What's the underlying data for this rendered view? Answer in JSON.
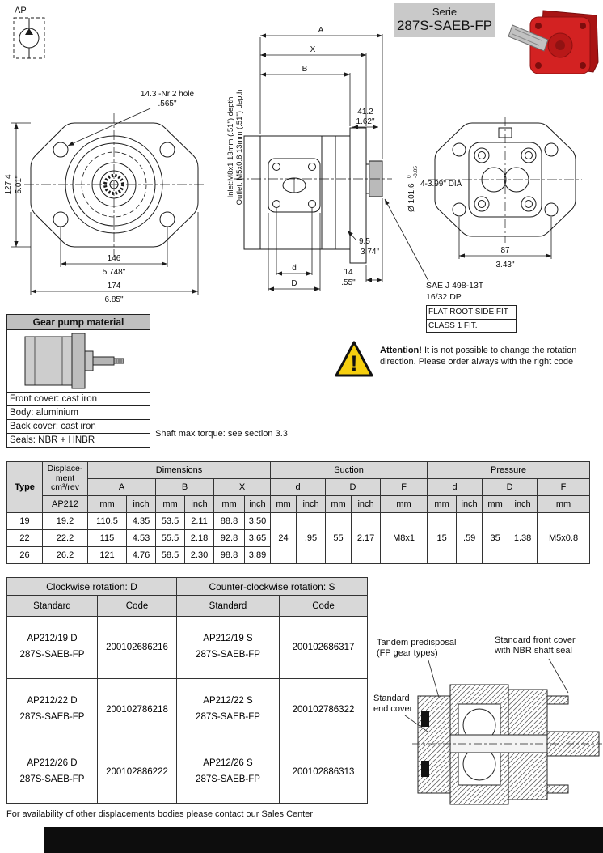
{
  "header": {
    "ap_label": "AP",
    "serie_label": "Serie",
    "serie_code": "287S-SAEB-FP"
  },
  "colors": {
    "pump_red": "#d32222",
    "header_gray": "#c9c9c9",
    "table_header_gray": "#d8d8d8",
    "warning_yellow": "#f6cf0f",
    "footer_bar": "#0d0d0d"
  },
  "front_view": {
    "hole_note_1": "14.3 -Nr 2 hole",
    "hole_note_2": ".565\"",
    "height_mm": "127.4",
    "height_in": "5.01\"",
    "bolt_span_mm": "146",
    "bolt_span_in": "5.748\"",
    "width_mm": "174",
    "width_in": "6.85\""
  },
  "side_view": {
    "dim_a": "A",
    "dim_x": "X",
    "dim_b": "B",
    "flange_mm": "41.2",
    "flange_in": "1.62\"",
    "inlet_label": "Inlet:M8x1  13mm  (.51\") depth",
    "outlet_label": "Outlet: M5x0.8 13mm  (.51\") depth",
    "port_depth_mm": "9.5",
    "port_depth_in": "3.74\"",
    "shaft_len_mm": "14",
    "shaft_len_in": ".55\"",
    "dim_d_small": "d",
    "dim_d_big": "D",
    "pilot_dia": "Ø 101.6",
    "pilot_tol_top": "0",
    "pilot_tol_bot": "-0.05",
    "pilot_dia_in": "4-3.99\" DIA"
  },
  "back_view": {
    "bolt_mm": "87",
    "bolt_in": "3.43\""
  },
  "spline_note": {
    "l1": "SAE J 498-13T",
    "l2": "16/32 DP",
    "l3": "FLAT ROOT SIDE FIT",
    "l4": "CLASS 1 FIT."
  },
  "material_box": {
    "title": "Gear pump material",
    "items": [
      "Front cover: cast iron",
      "Body: aluminium",
      "Back cover: cast iron",
      "Seals: NBR + HNBR"
    ]
  },
  "notes": {
    "shaft_torque": "Shaft max torque: see section 3.3",
    "warning_mark": "!",
    "attention_title": "Attention!",
    "attention_body": " It is not possible to change the rotation direction.  Please order always with the right code"
  },
  "dim_table": {
    "h_type": "Type",
    "h_disp_1": "Displace-",
    "h_disp_2": "ment",
    "h_disp_3": "cm³/rev",
    "h_ap": "AP212",
    "h_dimensions": "Dimensions",
    "h_suction": "Suction",
    "h_pressure": "Pressure",
    "h_A": "A",
    "h_B": "B",
    "h_X": "X",
    "h_d": "d",
    "h_D": "D",
    "h_F": "F",
    "h_mm": "mm",
    "h_inch": "inch",
    "rows": [
      {
        "type": "19",
        "disp": "19.2",
        "a_mm": "110.5",
        "a_in": "4.35",
        "b_mm": "53.5",
        "b_in": "2.11",
        "x_mm": "88.8",
        "x_in": "3.50"
      },
      {
        "type": "22",
        "disp": "22.2",
        "a_mm": "115",
        "a_in": "4.53",
        "b_mm": "55.5",
        "b_in": "2.18",
        "x_mm": "92.8",
        "x_in": "3.65"
      },
      {
        "type": "26",
        "disp": "26.2",
        "a_mm": "121",
        "a_in": "4.76",
        "b_mm": "58.5",
        "b_in": "2.30",
        "x_mm": "98.8",
        "x_in": "3.89"
      }
    ],
    "suction": {
      "d_mm": "24",
      "d_in": ".95",
      "D_mm": "55",
      "D_in": "2.17",
      "F": "M8x1"
    },
    "pressure": {
      "d_mm": "15",
      "d_in": ".59",
      "D_mm": "35",
      "D_in": "1.38",
      "F": "M5x0.8"
    }
  },
  "rot_table": {
    "cw_header": "Clockwise rotation: D",
    "ccw_header": "Counter-clockwise rotation: S",
    "standard": "Standard",
    "code": "Code",
    "rows": [
      {
        "cw_std_1": "AP212/19 D",
        "cw_std_2": "287S-SAEB-FP",
        "cw_code": "200102686216",
        "ccw_std_1": "AP212/19 S",
        "ccw_std_2": "287S-SAEB-FP",
        "ccw_code": "200102686317"
      },
      {
        "cw_std_1": "AP212/22 D",
        "cw_std_2": "287S-SAEB-FP",
        "cw_code": "200102786218",
        "ccw_std_1": "AP212/22 S",
        "ccw_std_2": "287S-SAEB-FP",
        "ccw_code": "200102786322"
      },
      {
        "cw_std_1": "AP212/26 D",
        "cw_std_2": "287S-SAEB-FP",
        "cw_code": "200102886222",
        "ccw_std_1": "AP212/26 S",
        "ccw_std_2": "287S-SAEB-FP",
        "ccw_code": "200102886313"
      }
    ]
  },
  "cross_section": {
    "label_tandem_1": "Tandem predisposal",
    "label_tandem_2": "(FP gear types)",
    "label_front_1": "Standard front cover",
    "label_front_2": "with NBR shaft seal",
    "label_end_1": "Standard",
    "label_end_2": "end cover"
  },
  "footer": {
    "note": "For availability of other displacements bodies please contact our Sales Center"
  }
}
